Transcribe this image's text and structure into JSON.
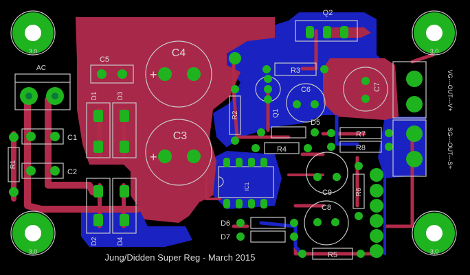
{
  "board": {
    "footer_text": "Jung/Didden Super Reg - March 2015",
    "colors": {
      "background": "#000000",
      "top_copper": "#b02a4a",
      "bottom_copper": "#1c25c8",
      "pad": "#1fb31f",
      "silkscreen": "#c8c8c8"
    }
  },
  "labels": {
    "q2": "Q2",
    "ac": "AC",
    "c5": "C5",
    "c4": "C4",
    "c3": "C3",
    "d1": "D1",
    "d3": "D3",
    "d2": "D2",
    "d4": "D4",
    "c1": "C1",
    "c2": "C2",
    "r1": "R1",
    "r2": "R2",
    "r3": "R3",
    "r4": "R4",
    "r5": "R5",
    "r6": "R6",
    "r7": "R7",
    "r8": "R8",
    "c6": "C6",
    "c7": "C7",
    "c8": "C8",
    "c9": "C9",
    "q1": "Q1",
    "d5": "D5",
    "d6": "D6",
    "d7": "D7",
    "ic1": "IC1",
    "vg_out_v": "VG---OUT---V+",
    "sg_out_s": "SG---OUT---S+",
    "hole_tl": "3,0",
    "hole_tr": "3,0",
    "hole_bl": "3,0",
    "hole_br": "3,0"
  }
}
